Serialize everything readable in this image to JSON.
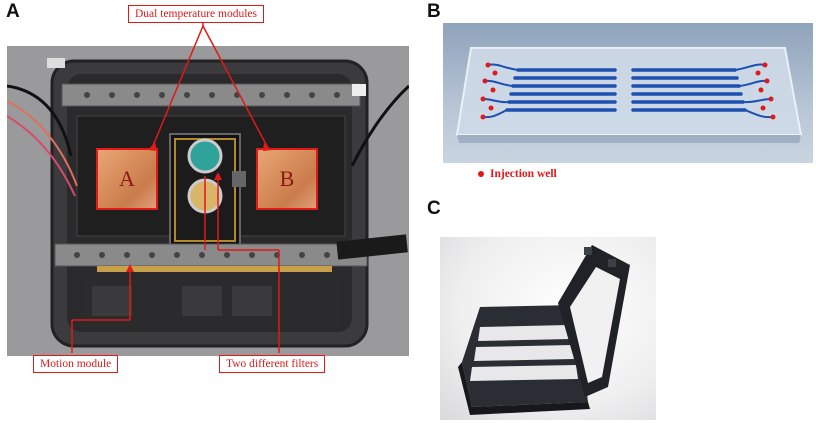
{
  "panels": {
    "a": {
      "letter": "A",
      "callouts": {
        "dual_temperature": "Dual temperature modules",
        "motion": "Motion module",
        "filters": "Two different filters"
      },
      "modules": {
        "left": "A",
        "right": "B"
      }
    },
    "b": {
      "letter": "B",
      "legend": "Injection well"
    },
    "c": {
      "letter": "C"
    }
  },
  "colors": {
    "callout_red": "#e01919",
    "channel_blue": "#1c4fb0",
    "copper": "#d88e5c"
  }
}
